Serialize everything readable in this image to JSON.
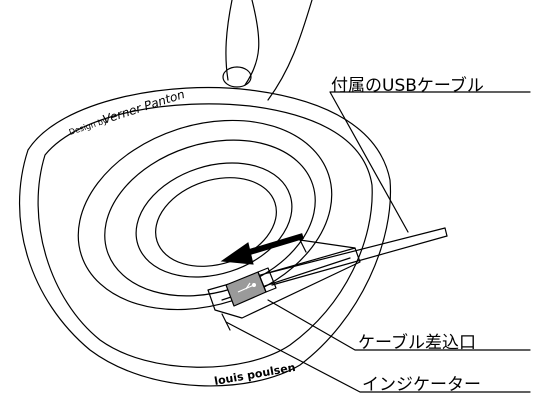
{
  "callouts": {
    "usb_cable": "付属のUSBケーブル",
    "cable_port": "ケーブル差込口",
    "indicator": "インジケーター"
  },
  "product_marks": {
    "designer_credit_prefix": "Design by",
    "designer_signature": "Verner Panton",
    "brand_logo": "louis poulsen"
  },
  "colors": {
    "line": "#000000",
    "background": "#ffffff",
    "arrow": "#000000"
  },
  "icons": {
    "insert_arrow": "arrow-left-icon",
    "usb_symbol": "usb-icon"
  }
}
